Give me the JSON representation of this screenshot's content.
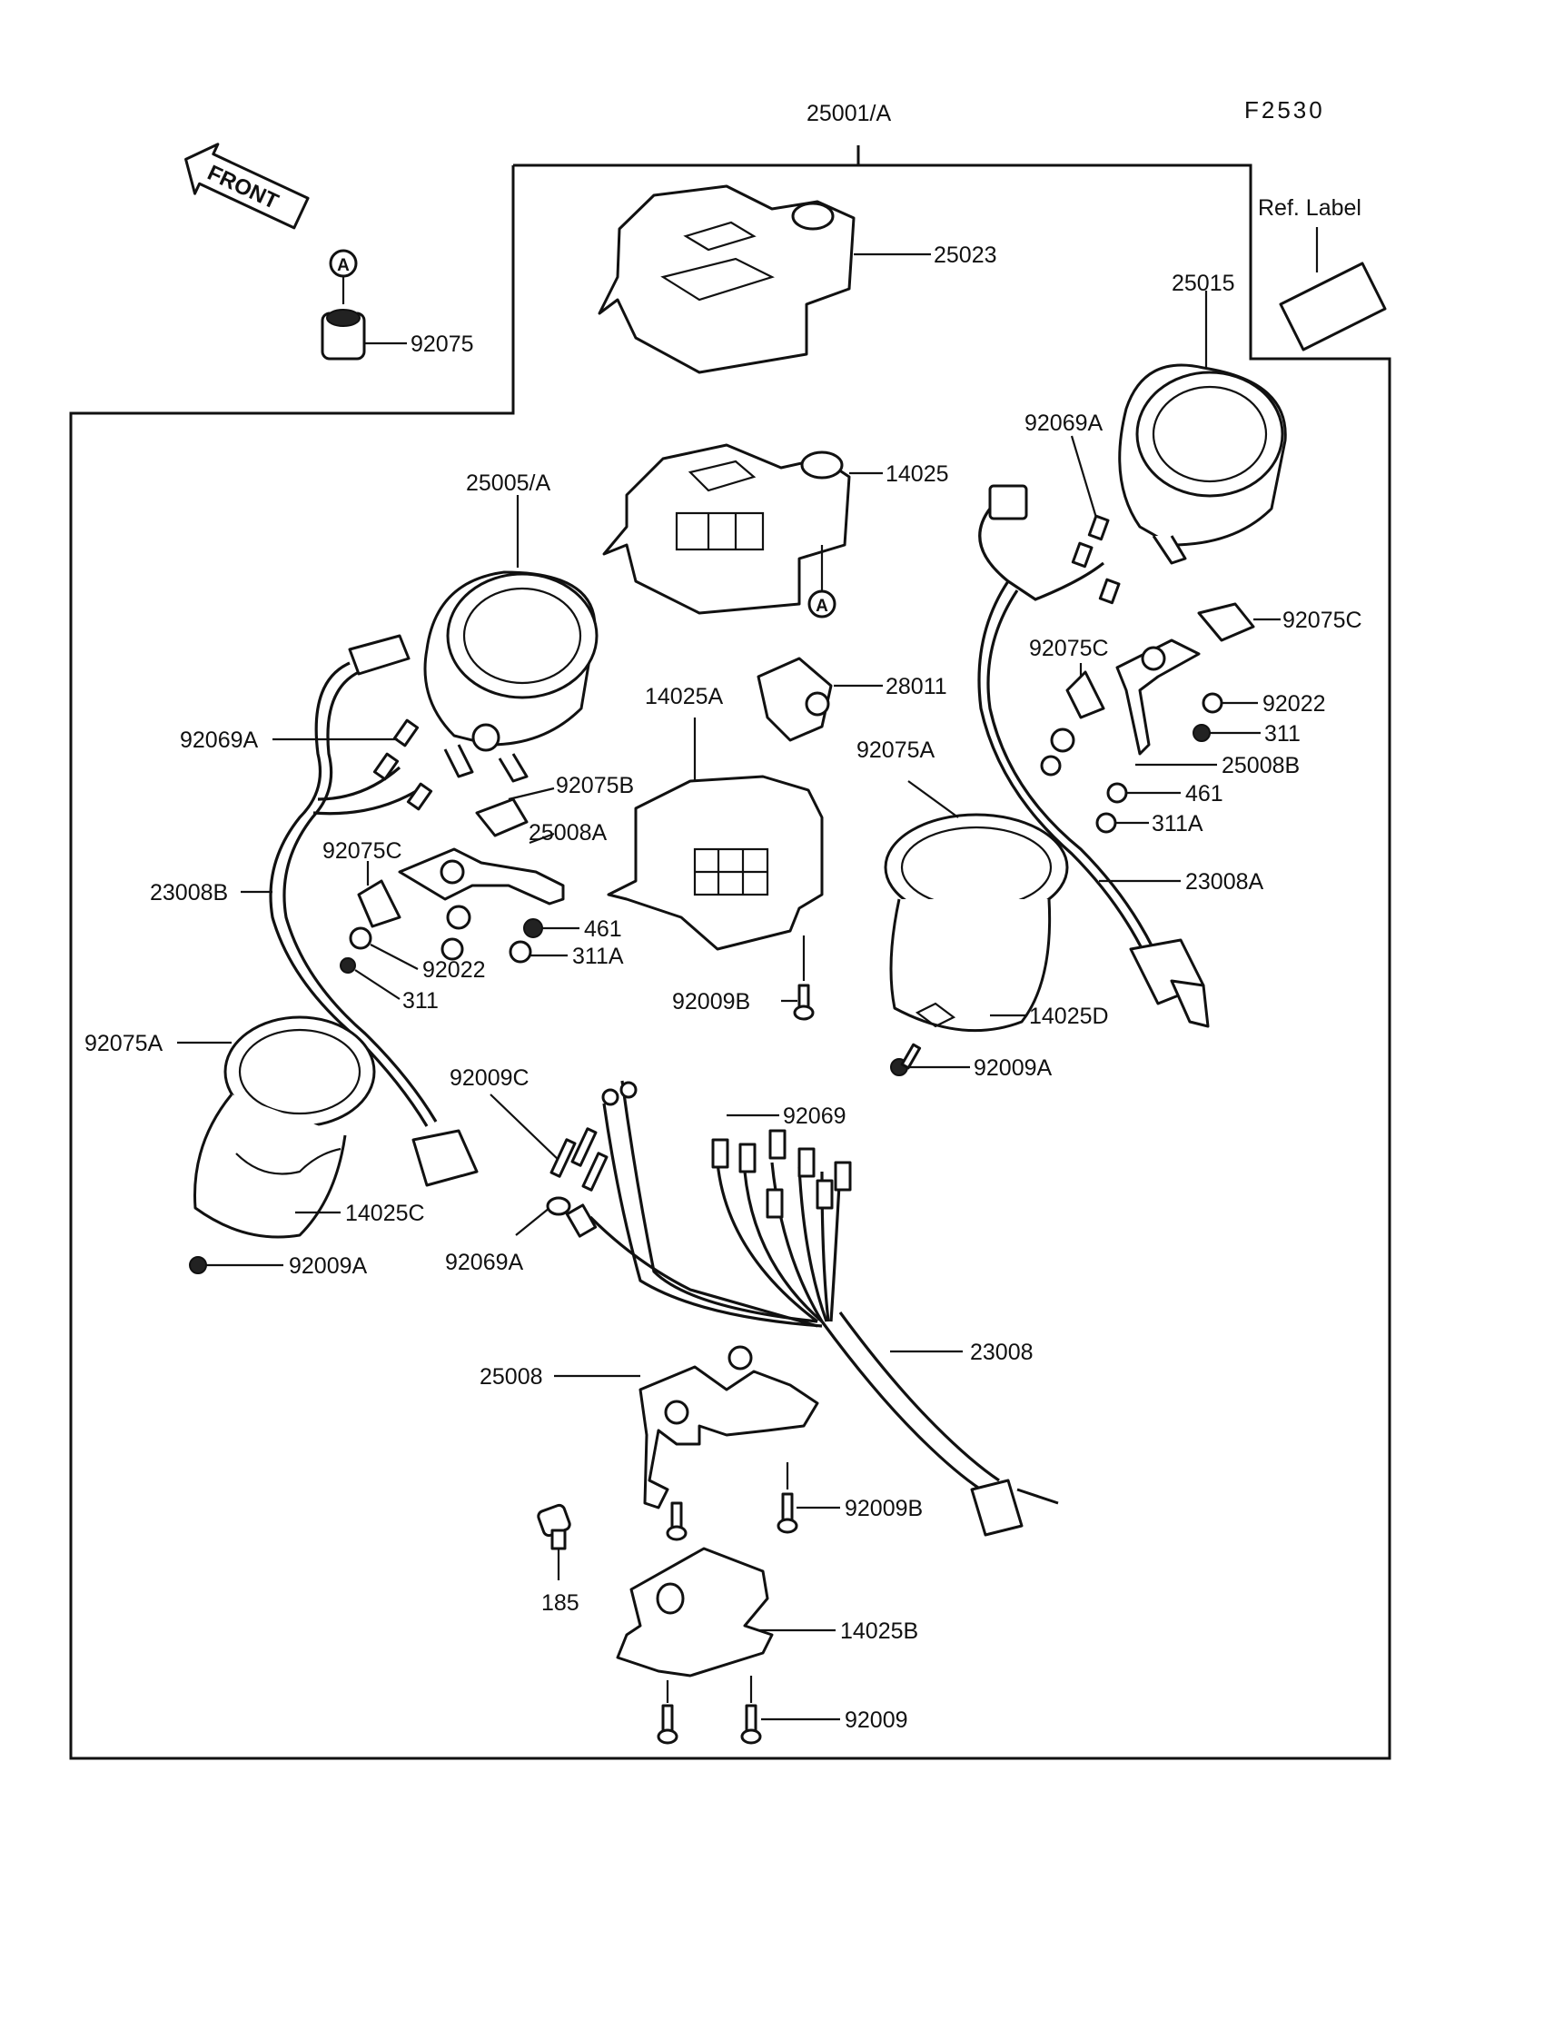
{
  "figure_code": "F2530",
  "front_label": "FRONT",
  "marker_a": "A",
  "ref_label": "Ref. Label",
  "labels": {
    "top_assembly": "25001/A",
    "top_cover": "25023",
    "grommet": "92075",
    "speedo_right": "25015",
    "bulb_socket_right": "92069A",
    "upper_case": "14025",
    "speedo_left": "25005/A",
    "damper_right_top": "92075C",
    "damper_right_mid": "92075C",
    "indicator": "28011",
    "washer_right": "92022",
    "lower_case_center": "14025A",
    "cup_right": "92075A",
    "nut_right": "311",
    "bracket_right": "25008B",
    "bulb_socket_left": "92069A",
    "damper_left_b": "92075B",
    "bracket_left": "25008A",
    "nut_461_right": "461",
    "nut_311A_right": "311A",
    "damper_left_c": "92075C",
    "harness_left": "23008B",
    "harness_right": "23008A",
    "nut_461_left": "461",
    "washer_left": "92022",
    "nut_311A_left": "311A",
    "nut_left": "311",
    "screw_center": "92009B",
    "cup_right_bottom": "14025D",
    "cup_left_top": "92075A",
    "screw_right_bottom": "92009A",
    "screw_group": "92009C",
    "bulb_group": "92069",
    "cup_left_bottom": "14025C",
    "screw_left_bottom": "92009A",
    "bulb_socket_bottom": "92069A",
    "main_harness": "23008",
    "main_bracket": "25008",
    "screw_bracket": "92009B",
    "bolt": "185",
    "bottom_cover": "14025B",
    "screw_bottom": "92009"
  }
}
